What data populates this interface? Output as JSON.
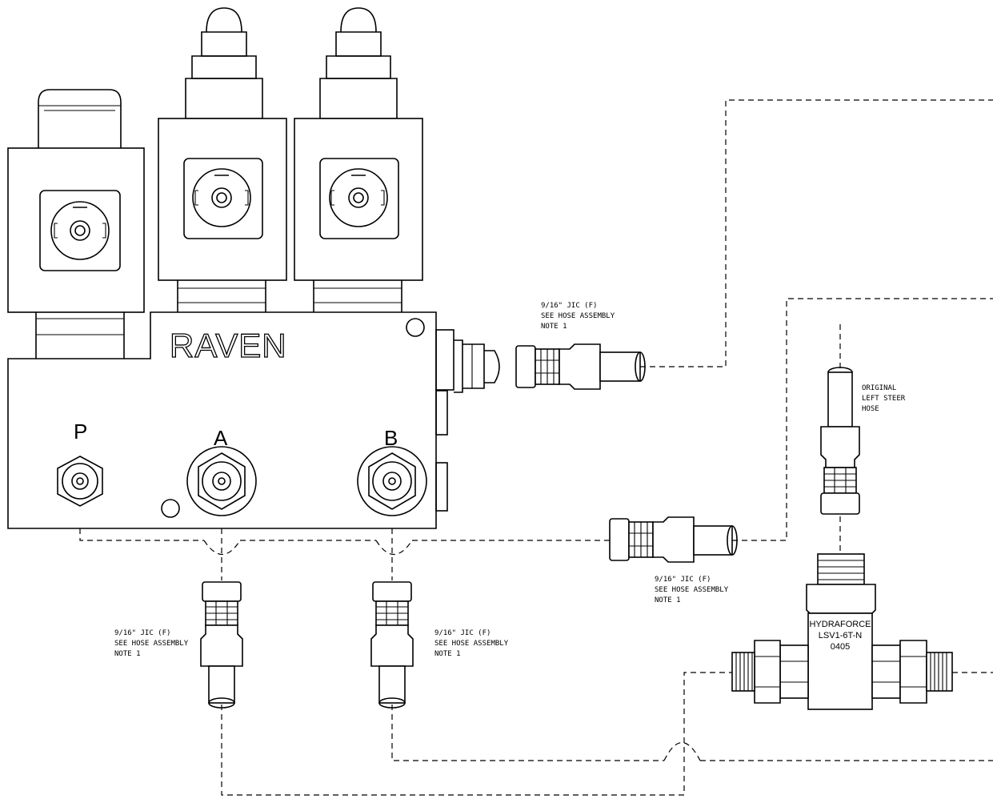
{
  "manifold": {
    "brand": "RAVEN",
    "ports": [
      "P",
      "A",
      "B"
    ]
  },
  "callouts": {
    "top_fitting": [
      "9/16\" JIC (F)",
      "SEE HOSE ASSEMBLY",
      "NOTE 1"
    ],
    "mid_fitting": [
      "9/16\" JIC (F)",
      "SEE HOSE ASSEMBLY",
      "NOTE 1"
    ],
    "port_a_fitting": [
      "9/16\" JIC (F)",
      "SEE HOSE ASSEMBLY",
      "NOTE 1"
    ],
    "port_b_fitting": [
      "9/16\" JIC (F)",
      "SEE HOSE ASSEMBLY",
      "NOTE 1"
    ],
    "steer_hose": [
      "ORIGINAL",
      "LEFT STEER",
      "HOSE"
    ]
  },
  "valve": {
    "label": [
      "HYDRAFORCE",
      "LSV1-6T-N",
      "0405"
    ]
  }
}
